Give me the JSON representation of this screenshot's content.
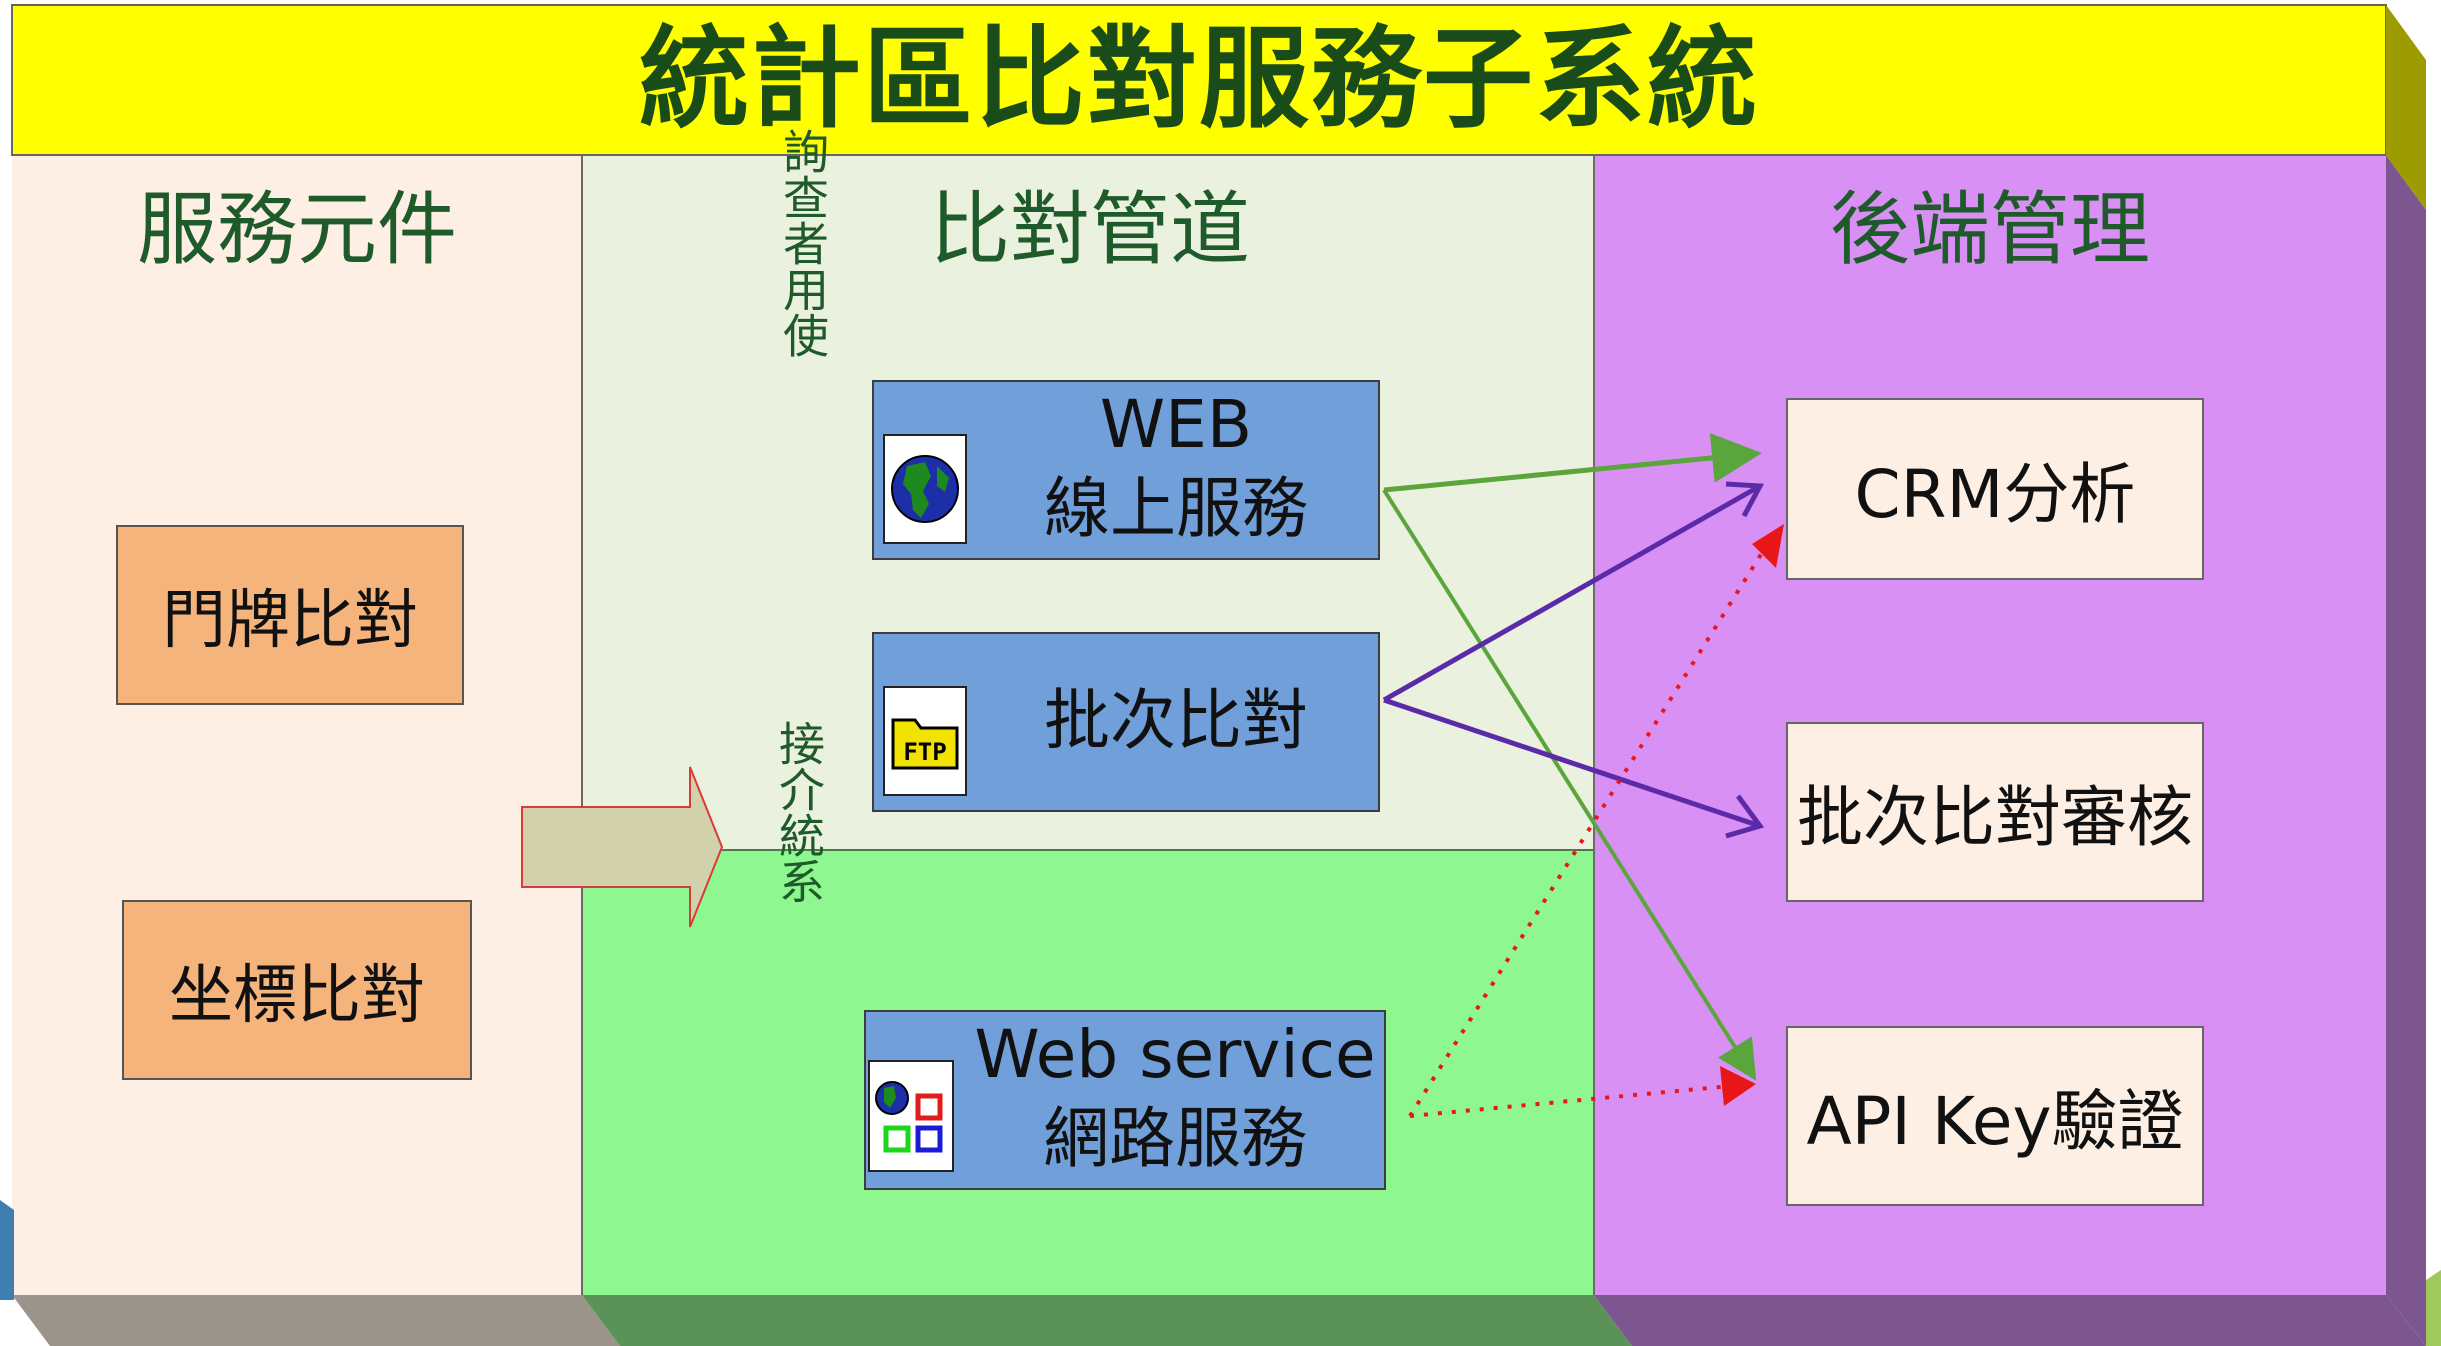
{
  "title": "統計區比對服務子系統",
  "sections": {
    "components": "服務元件",
    "channels": "比對管道",
    "backend": "後端管理"
  },
  "vertical_labels": {
    "query_users": "詢查者用使",
    "interface_system": "接介統系"
  },
  "components": [
    "門牌比對",
    "坐標比對"
  ],
  "channels": {
    "web": {
      "line1": "WEB",
      "line2": "線上服務"
    },
    "batch": {
      "label": "批次比對"
    },
    "webservice": {
      "line1": "Web service",
      "line2": "網路服務"
    }
  },
  "ftp_icon_text": "FTP",
  "backend_items": [
    "CRM分析",
    "批次比對審核",
    "API Key驗證"
  ],
  "icons": [
    "globe-icon",
    "ftp-folder-icon",
    "globe-windows-icon",
    "right-arrow-icon"
  ],
  "colors": {
    "title_bar": "#ffff00",
    "components_bg": "#fdefe3",
    "channels_bg": "#ebf1df",
    "interface_bg": "#8ff78f",
    "backend_bg": "#d990f4",
    "card": "#f6b47d",
    "channel_box": "#719fd9",
    "arrow_green": "#5aa63d",
    "arrow_purple": "#5b2aa8",
    "arrow_red_dotted": "#e81616"
  }
}
